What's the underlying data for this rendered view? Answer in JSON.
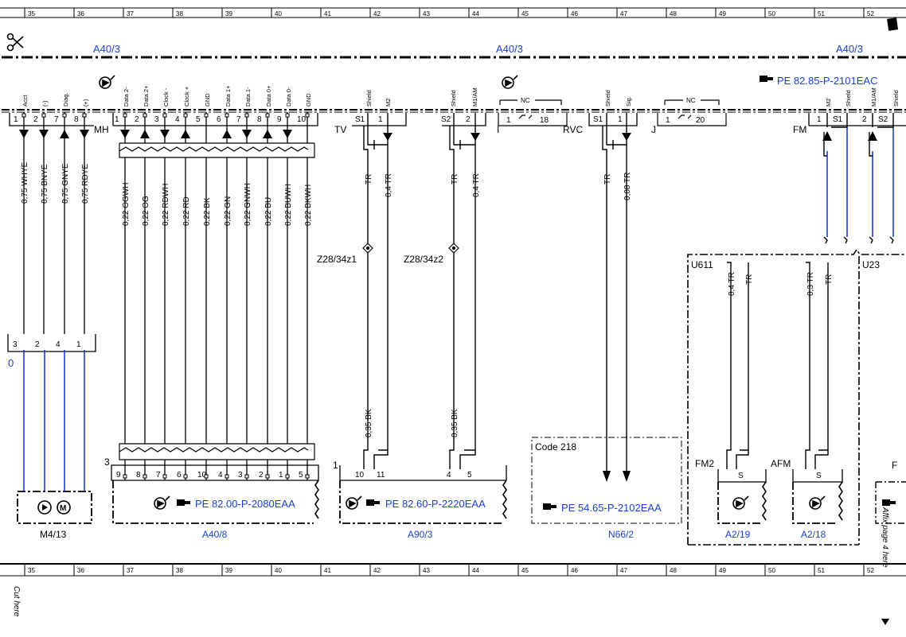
{
  "colors": {
    "ink": "#000000",
    "accent_blue": "#1a3fd6",
    "bg": "#ffffff"
  },
  "grid_columns": [
    "35",
    "36",
    "37",
    "38",
    "39",
    "40",
    "41",
    "42",
    "43",
    "44",
    "45",
    "46",
    "47",
    "48",
    "49",
    "50",
    "51",
    "52"
  ],
  "icons": [
    "scissors-icon",
    "page-ref-icon",
    "control-unit-icon",
    "motor-icon",
    "coil-icon"
  ],
  "cut_here": "Cut here",
  "affix_text": "Affix page 4 here",
  "harness_labels": [
    "A40/3",
    "A40/3",
    "A40/3"
  ],
  "reference_top": "PE 82.85-P-2101EAC",
  "connectors": {
    "MH": {
      "name": "MH",
      "pin_labels": [
        "Acct",
        "(-)",
        "Diag.",
        "(+)",
        "Data 2-",
        "Data 2+",
        "Clock -",
        "Clock +",
        "GND",
        "Data 1+",
        "Data 1-",
        "Data 0+",
        "Data 0-",
        "GND"
      ],
      "pin_numbers": [
        "1",
        "2",
        "7",
        "8",
        "1",
        "2",
        "3",
        "4",
        "5",
        "6",
        "7",
        "8",
        "9",
        "10"
      ]
    },
    "TV": {
      "name": "TV",
      "pin_labels": [
        "Shield",
        "M2"
      ],
      "pin_numbers": [
        "S1",
        "1"
      ]
    },
    "TV2": {
      "pin_labels": [
        "Shield",
        "M1/AM"
      ],
      "pin_numbers": [
        "S2",
        "2"
      ]
    },
    "I": {
      "name": "I",
      "nc": "NC",
      "pins": [
        "1",
        "18"
      ]
    },
    "RVC": {
      "name": "RVC",
      "pin_labels": [
        "Shield",
        "Sig."
      ],
      "pin_numbers": [
        "S1",
        "1"
      ]
    },
    "J": {
      "name": "J",
      "nc": "NC",
      "pins": [
        "1",
        "20"
      ]
    },
    "FM": {
      "name": "FM",
      "pin_labels": [
        "M2",
        "Shield",
        "M1/AM",
        "Shield"
      ],
      "pin_numbers": [
        "1",
        "S1",
        "2",
        "S2"
      ]
    }
  },
  "wires_left": [
    "0,75 WHYE",
    "0,75 BNYE",
    "0,75 GNYE",
    "0,75 RDYE"
  ],
  "wires_mid": [
    "0,22 OGWH",
    "0,22 OG",
    "0,22 RDWH",
    "0,22 RD",
    "0,22 BK",
    "0,22 GN",
    "0,22 GNWH",
    "0,22 BU",
    "0,22 BUWH",
    "0,22 BKWH"
  ],
  "wires_tv": [
    "TR",
    "0,4 TR",
    "TR",
    "0,4 TR"
  ],
  "wires_rvc": [
    "TR",
    "0,08 TR"
  ],
  "wires_u611": [
    "0,4 TR",
    "TR",
    "0,3 TR",
    "TR"
  ],
  "wires_tv_bottom": [
    "0,35 BK",
    "0,35 BK"
  ],
  "splices": [
    "Z28/34z1",
    "Z28/34z2"
  ],
  "motor_block": {
    "pins": [
      "3",
      "2",
      "4",
      "1"
    ],
    "side_label": "0",
    "name": "M4/13"
  },
  "block_a408": {
    "ref": "PE 82.00-P-2080EAA",
    "name": "A40/8",
    "connector_no": "3",
    "pins": [
      "9",
      "8",
      "7",
      "6",
      "10",
      "4",
      "3",
      "2",
      "1",
      "5"
    ]
  },
  "block_a903": {
    "ref": "PE 82.60-P-2220EAA",
    "name": "A90/3",
    "connector_no": "1",
    "pins": [
      "10",
      "11",
      "4",
      "5"
    ]
  },
  "block_n662": {
    "code": "Code 218",
    "ref": "PE 54.65-P-2102EAA",
    "name": "N66/2"
  },
  "u611": {
    "label": "U611",
    "u23": "U23",
    "conn_a": "FM2",
    "conn_b": "AFM",
    "conn_f": "F",
    "a219": {
      "name": "A2/19",
      "s": "S"
    },
    "a218": {
      "name": "A2/18",
      "s": "S"
    }
  }
}
